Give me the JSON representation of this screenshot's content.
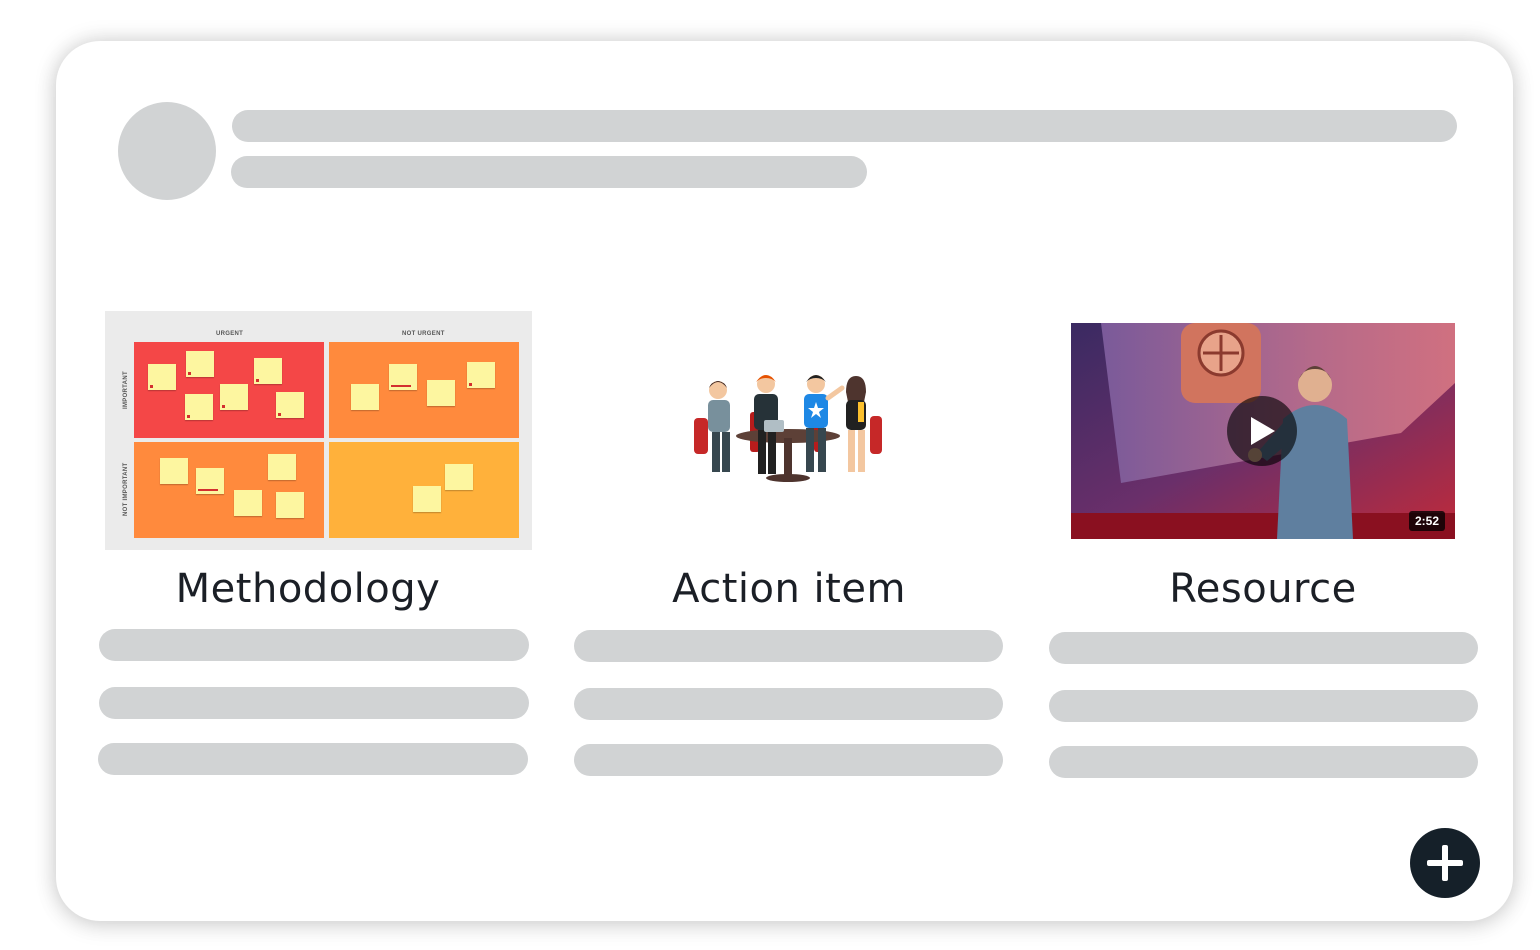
{
  "columns": [
    {
      "title": "Methodology",
      "matrix": {
        "col_headers": [
          "URGENT",
          "NOT URGENT"
        ],
        "row_headers": [
          "IMPORTANT",
          "NOT IMPORTANT"
        ],
        "quadrant_colors": [
          "#f44747",
          "#ff8a3d",
          "#ff8a3d",
          "#ffb13b"
        ]
      }
    },
    {
      "title": "Action item"
    },
    {
      "title": "Resource",
      "video": {
        "duration": "2:52"
      }
    }
  ],
  "add_button": {
    "icon": "plus-icon"
  },
  "colors": {
    "skeleton": "#d1d3d4",
    "fab": "#152029",
    "title": "#1b1f26"
  }
}
